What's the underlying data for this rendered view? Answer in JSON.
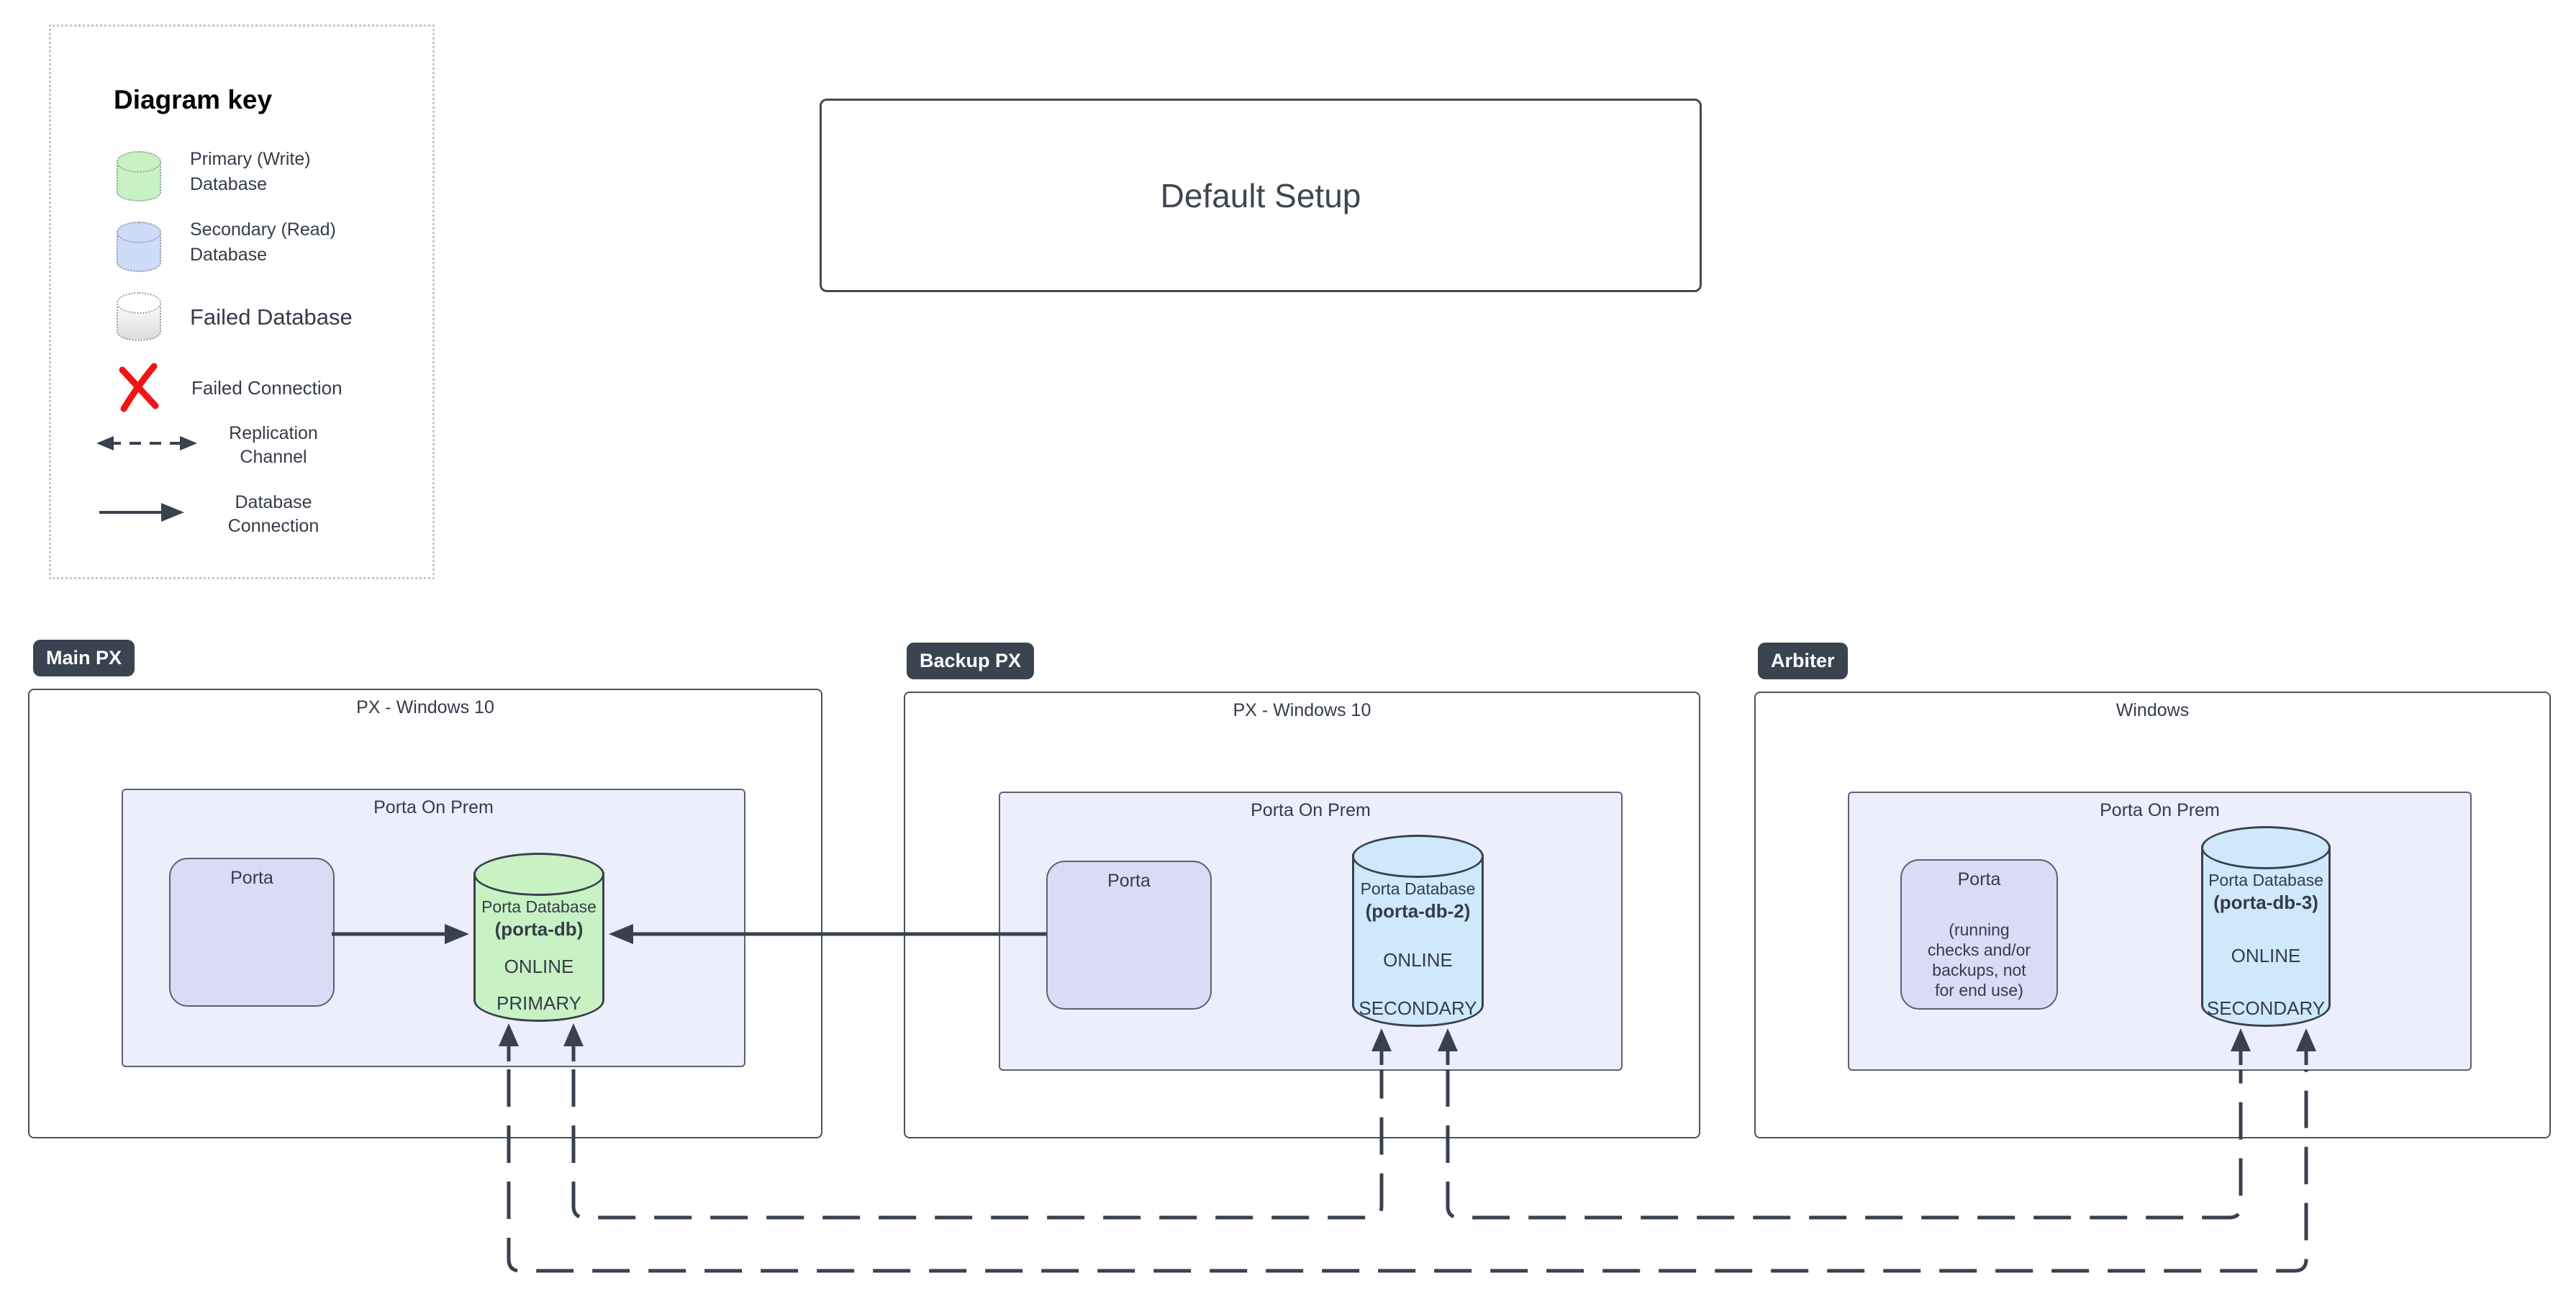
{
  "colors": {
    "stroke": "#39414e",
    "text": "#343c49",
    "primary_db_fill": "#c8f2c4",
    "secondary_db_fill": "#cfe9fb",
    "legend_secondary_fill": "#ccdcf9",
    "failed_x": "#f01414",
    "inner_zone_fill": "#edeefb",
    "porta_fill": "#dadcf6",
    "badge_bg": "#3a4450",
    "badge_text": "#ffffff"
  },
  "legend": {
    "title": "Diagram key",
    "primary_label": "Primary (Write)\nDatabase",
    "secondary_label": "Secondary (Read)\nDatabase",
    "failed_db_label": "Failed Database",
    "failed_conn_label": "Failed Connection",
    "replication_label": "Replication\nChannel",
    "db_conn_label": "Database\nConnection"
  },
  "title_box": {
    "label": "Default Setup"
  },
  "sections": {
    "main": {
      "badge": "Main PX",
      "os_label": "PX - Windows 10",
      "zone_label": "Porta On Prem",
      "porta_label": "Porta",
      "db": {
        "line1": "Porta Database",
        "name": "(porta-db)",
        "status": "ONLINE",
        "role": "PRIMARY"
      }
    },
    "backup": {
      "badge": "Backup PX",
      "os_label": "PX - Windows 10",
      "zone_label": "Porta On Prem",
      "porta_label": "Porta",
      "db": {
        "line1": "Porta Database",
        "name": "(porta-db-2)",
        "status": "ONLINE",
        "role": "SECONDARY"
      }
    },
    "arbiter": {
      "badge": "Arbiter",
      "os_label": "Windows",
      "zone_label": "Porta On Prem",
      "porta_label": "Porta",
      "porta_note": "(running\nchecks and/or\nbackups, not\nfor end use)",
      "db": {
        "line1": "Porta Database",
        "name": "(porta-db-3)",
        "status": "ONLINE",
        "role": "SECONDARY"
      }
    }
  }
}
